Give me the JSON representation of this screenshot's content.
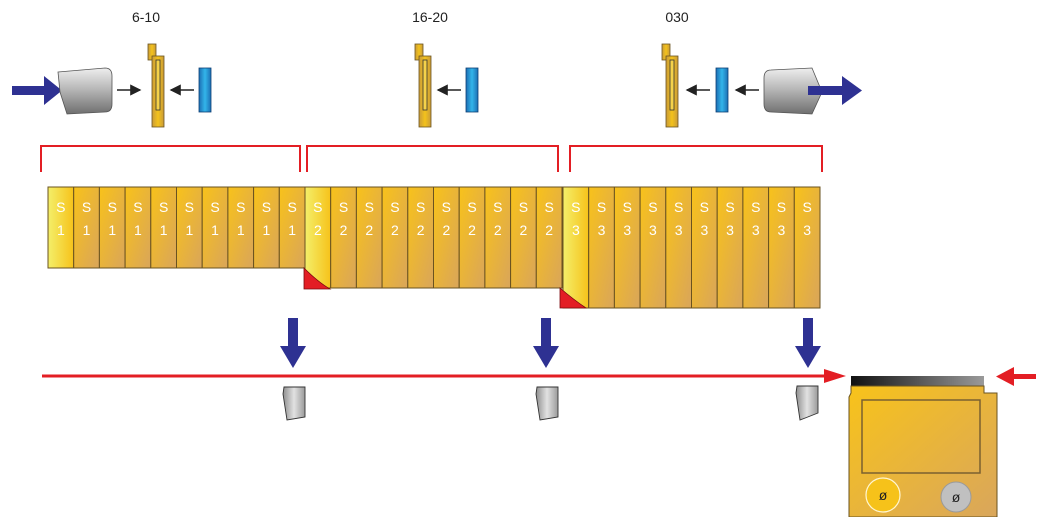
{
  "stages": [
    {
      "label": "6-10",
      "digit": "1",
      "cell_count": 10
    },
    {
      "label": "16-20",
      "digit": "2",
      "cell_count": 10
    },
    {
      "label": "030",
      "digit": "3",
      "cell_count": 10
    }
  ],
  "cell_letter": "S",
  "device": {
    "left_button": "ø",
    "right_button": "ø"
  },
  "colors": {
    "bracket": "#e31e24",
    "rail": "#e31e24",
    "arrow_blue": "#2e3192",
    "cell_light": "#f5c518",
    "cell_dark": "#d4a54e",
    "lens_blue": "#29abe2",
    "marker_red": "#e31e24"
  }
}
